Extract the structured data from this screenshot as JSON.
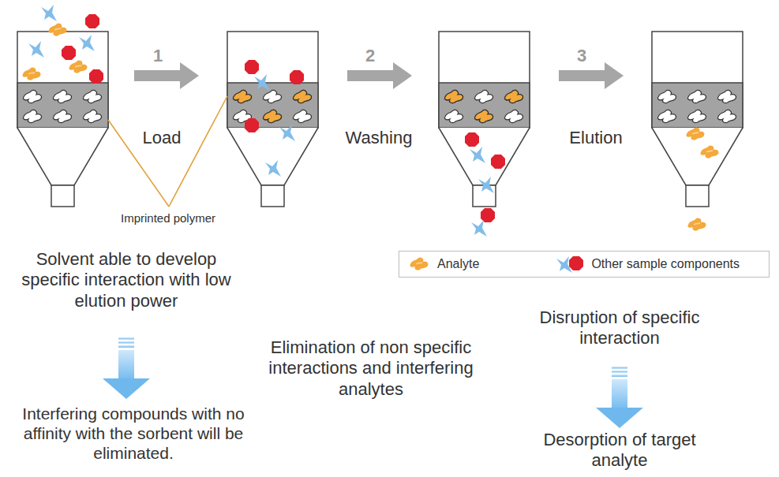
{
  "diagram": {
    "labels": [
      "1",
      "2",
      "3",
      "Load",
      "Washing",
      "Elution",
      "Imprinted polymer",
      "Solvent able to develop specific interaction with low elution power",
      "Interfering compounds with no affinity with the sorbent will be eliminated.",
      "Elimination of non specific interactions and interfering analytes",
      "Disruption of specific interaction",
      "Desorption of target analyte"
    ],
    "legend": [
      {
        "text": "Analyte"
      },
      {
        "text": "Other sample components"
      }
    ]
  }
}
